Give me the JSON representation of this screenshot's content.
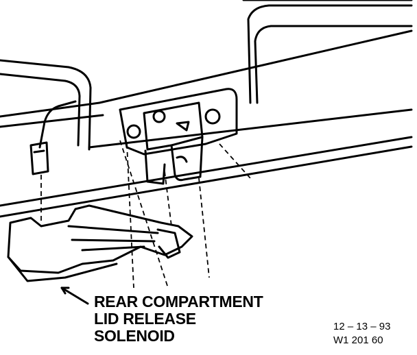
{
  "callout": {
    "line1": "REAR COMPARTMENT",
    "line2": "LID RELEASE",
    "line3": "SOLENOID"
  },
  "reference": {
    "date": "12 – 13 – 93",
    "code": "W1 201 60"
  }
}
